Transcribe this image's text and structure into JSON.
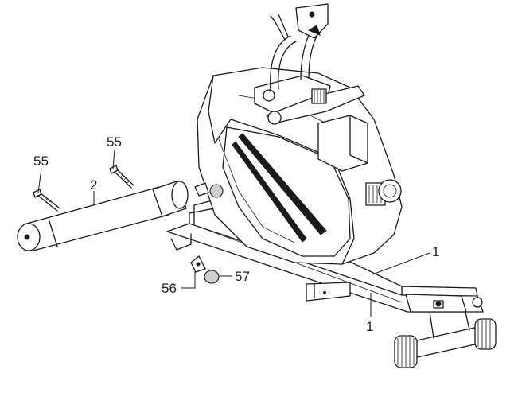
{
  "diagram": {
    "parts": [
      {
        "id": "part-2",
        "label": "2"
      },
      {
        "id": "part-55-left",
        "label": "55"
      },
      {
        "id": "part-55-right",
        "label": "55"
      },
      {
        "id": "part-56",
        "label": "56"
      },
      {
        "id": "part-57",
        "label": "57"
      },
      {
        "id": "part-1-upper",
        "label": "1"
      },
      {
        "id": "part-1-lower",
        "label": "1"
      }
    ]
  }
}
